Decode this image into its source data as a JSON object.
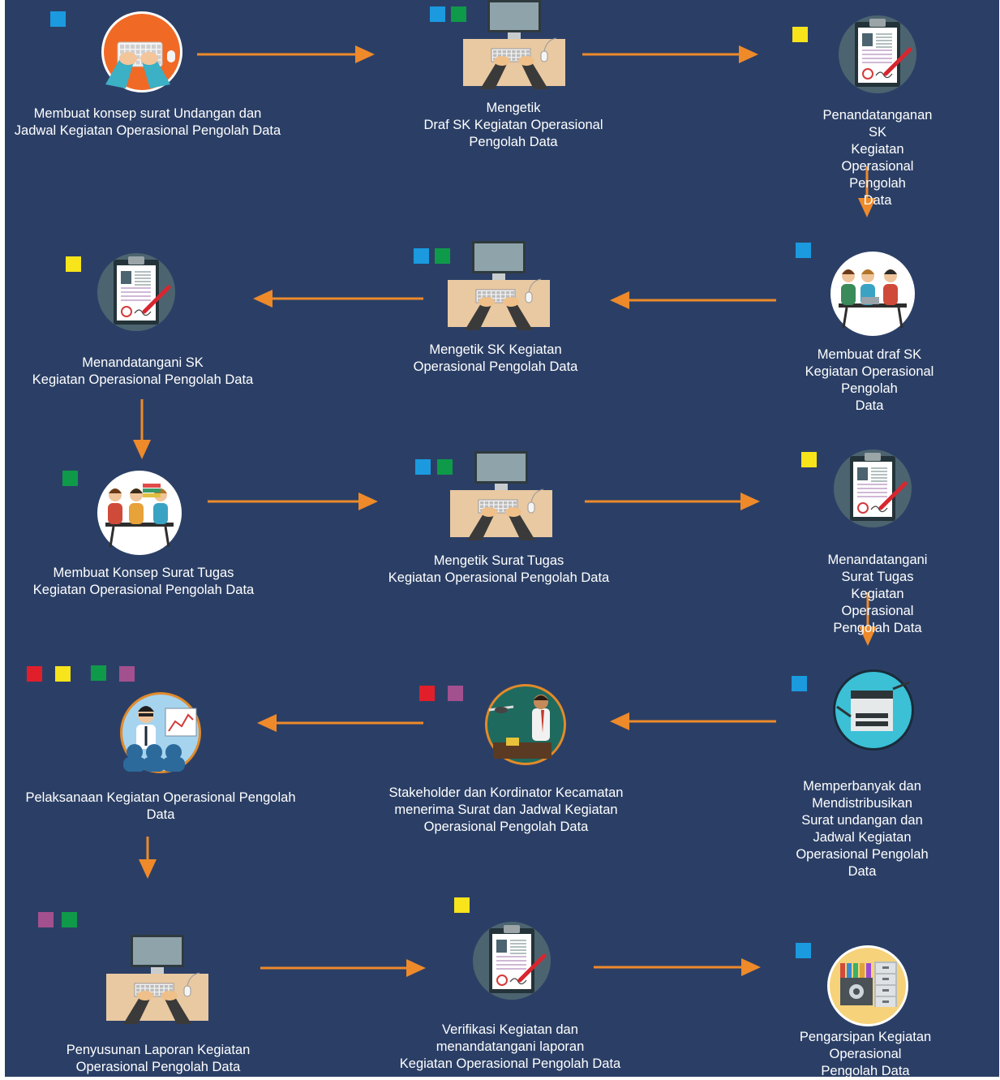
{
  "colors": {
    "background": "#2b3f66",
    "arrow": "#ee8a2a",
    "caption": "#ffffff",
    "marker_blue": "#1b9ae0",
    "marker_green": "#0f9a4a",
    "marker_yellow": "#f7e41a",
    "marker_red": "#e01f2a",
    "marker_purple": "#a3508f"
  },
  "steps": [
    {
      "id": "s1",
      "icon": "hands-typing-keyboard-icon",
      "markers": [
        "blue"
      ],
      "caption": "Membuat konsep surat Undangan dan\nJadwal Kegiatan Operasional Pengolah Data"
    },
    {
      "id": "s2",
      "icon": "computer-desk-icon",
      "markers": [
        "blue",
        "green"
      ],
      "caption": "Mengetik\nDraf SK Kegiatan Operasional\nPengolah Data"
    },
    {
      "id": "s3",
      "icon": "signed-document-clipboard-icon",
      "markers": [
        "yellow"
      ],
      "caption": "Penandatanganan SK\nKegiatan Operasional Pengolah\nData"
    },
    {
      "id": "s4",
      "icon": "team-meeting-icon",
      "markers": [
        "blue"
      ],
      "caption": "Membuat draf SK\nKegiatan Operasional Pengolah\nData"
    },
    {
      "id": "s5",
      "icon": "computer-desk-icon",
      "markers": [
        "blue",
        "green"
      ],
      "caption": "Mengetik SK Kegiatan\nOperasional Pengolah Data"
    },
    {
      "id": "s6",
      "icon": "signed-document-clipboard-icon",
      "markers": [
        "yellow"
      ],
      "caption": "Menandatangani SK\nKegiatan Operasional Pengolah Data"
    },
    {
      "id": "s7",
      "icon": "team-discussion-icon",
      "markers": [
        "green"
      ],
      "caption": "Membuat Konsep Surat Tugas\nKegiatan Operasional Pengolah Data"
    },
    {
      "id": "s8",
      "icon": "computer-desk-icon",
      "markers": [
        "blue",
        "green"
      ],
      "caption": "Mengetik Surat Tugas\nKegiatan Operasional Pengolah Data"
    },
    {
      "id": "s9",
      "icon": "signed-document-clipboard-icon",
      "markers": [
        "yellow"
      ],
      "caption": "Menandatangani Surat Tugas\nKegiatan Operasional Pengolah Data"
    },
    {
      "id": "s10",
      "icon": "photocopier-icon",
      "markers": [
        "blue"
      ],
      "caption": "Memperbanyak dan Mendistribusikan\nSurat undangan dan Jadwal Kegiatan\nOperasional Pengolah Data"
    },
    {
      "id": "s11",
      "icon": "press-interview-icon",
      "markers": [
        "red",
        "purple"
      ],
      "caption": "Stakeholder dan Kordinator Kecamatan\nmenerima Surat dan Jadwal Kegiatan\nOperasional Pengolah Data"
    },
    {
      "id": "s12",
      "icon": "presentation-audience-icon",
      "markers": [
        "red",
        "yellow",
        "green",
        "purple"
      ],
      "caption": "Pelaksanaan Kegiatan Operasional Pengolah\nData"
    },
    {
      "id": "s13",
      "icon": "computer-desk-icon",
      "markers": [
        "purple",
        "green"
      ],
      "caption": "Penyusunan Laporan Kegiatan\nOperasional Pengolah Data"
    },
    {
      "id": "s14",
      "icon": "signed-document-clipboard-icon",
      "markers": [
        "yellow"
      ],
      "caption": "Verifikasi Kegiatan dan\nmenandatangani laporan\nKegiatan Operasional Pengolah Data"
    },
    {
      "id": "s15",
      "icon": "archive-cabinet-icon",
      "markers": [
        "blue"
      ],
      "caption": "Pengarsipan Kegiatan Operasional\nPengolah Data"
    }
  ]
}
